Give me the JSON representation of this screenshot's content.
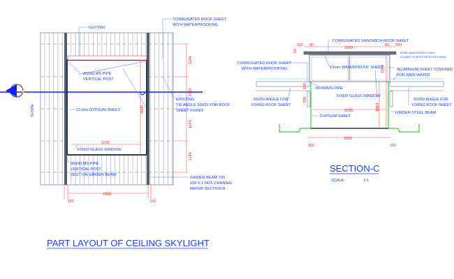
{
  "plan": {
    "labels": {
      "gutter": "GUTTER",
      "roof_sheet_1": "CORRUGATED ROOF SHEET",
      "roof_sheet_2": "WITH WATERPROOFING",
      "pipe_post_1": "80X80 MS PIPE",
      "pipe_post_2": "VERTICAL POST",
      "existing_1": "EXISTING",
      "existing_2": "TIE ANGLE 50X50 FOR ROOF",
      "existing_3": "SHEET FIXING",
      "gypsum": "12 mm GYPSUM SHEET",
      "glass": "FIXED GLASS WINDOW",
      "post_rest_1": "80X80 MS PIPE",
      "post_rest_2": "VERTICAL POST",
      "post_rest_3": "REST ON GIRDER BEAM",
      "girder_1": "GIRDER BEAM 700",
      "girder_2": "150 X 2 NOS CHANNEL",
      "girder_3": "REFER SECTION B",
      "slope": "SLOPE"
    },
    "dims": {
      "d1": "1144",
      "d2": "1143",
      "d3": "1143",
      "d4": "1144",
      "height": "4000",
      "inner_width": "3256",
      "width": "3360",
      "left_offset": "150",
      "right_offset": "150"
    },
    "title": "PART LAYOUT OF CEILING SKYLIGHT"
  },
  "section": {
    "title": "SECTION-C",
    "scale_label": "SCALE-",
    "scale_value": "1:5",
    "labels": {
      "sandwich": "CORRUGATED SANDWICH ROOF SHEET",
      "angle_gusset_1": "50X50 ANGLE WITH 10mm",
      "angle_gusset_2": "GUSSET PLATE FOR ROOF FIXING",
      "roof_sheet_1": "CORRUGATED ROOF SHEET",
      "roof_sheet_2": "WITH WATERPROOFING",
      "waterproof": "12mm WATERPROOF SHEET",
      "aluminium_1": "ALUMINIUM SHEET COVERED",
      "aluminium_2": "FOR RAIN WATER",
      "pipe": "80X80MS PIPE",
      "glass": "FIXED GLASS WINDOW",
      "angle_left_1": "50X50 ANGLE FOR",
      "angle_left_2": "FIXING ROOF SHEET",
      "angle_right_1": "50X50 ANGLE FOR",
      "angle_right_2": "FIXING ROOF SHEET",
      "girder": "GIRDER STEEL BEAM",
      "gypsum": "GYPSUM SHEET"
    },
    "dims": {
      "top_width": "3360",
      "left_overhang": "200",
      "left_post": "80",
      "right_post": "80",
      "right_overhang": "200",
      "height": "1000",
      "inner_width": "3256",
      "inner_height": "1864",
      "bottom_width": "3360",
      "bottom_left": "150",
      "bottom_right": "150",
      "beam": "700",
      "small_1": "50",
      "small_2": "150"
    }
  },
  "colors": {
    "annotation": "#1a3cff",
    "dimension": "#ff2020",
    "gypsum": "#00c800",
    "frame": "#3a4656"
  }
}
